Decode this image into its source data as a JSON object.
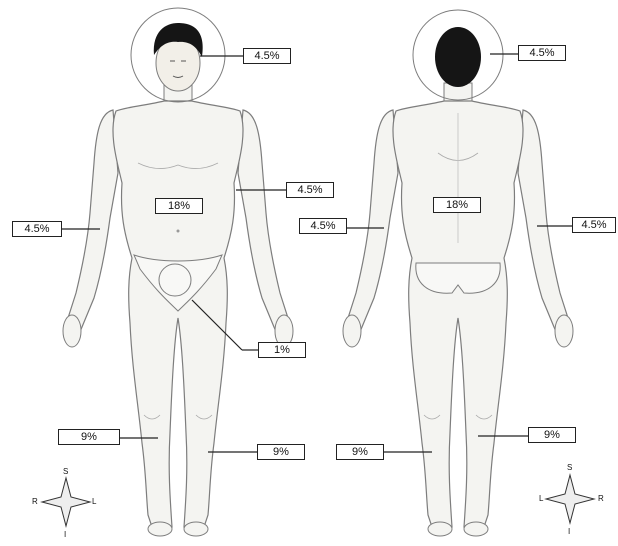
{
  "colors": {
    "outline": "#7d7d7d",
    "skin": "#f4f4f1",
    "hair": "#151515",
    "line": "#222222",
    "box_border": "#222222"
  },
  "labels": {
    "front_head": "4.5%",
    "front_right_arm": "4.5%",
    "front_left_arm": "4.5%",
    "front_trunk": "18%",
    "genitals": "1%",
    "front_right_leg": "9%",
    "front_left_leg": "9%",
    "back_head": "4.5%",
    "back_trunk": "18%",
    "back_left_arm": "4.5%",
    "back_right_arm": "4.5%",
    "back_left_leg": "9%",
    "back_right_leg": "9%"
  },
  "compass_front": {
    "top": "S",
    "bottom": "I",
    "left": "R",
    "right": "L"
  },
  "compass_back": {
    "top": "S",
    "bottom": "I",
    "left": "L",
    "right": "R"
  }
}
